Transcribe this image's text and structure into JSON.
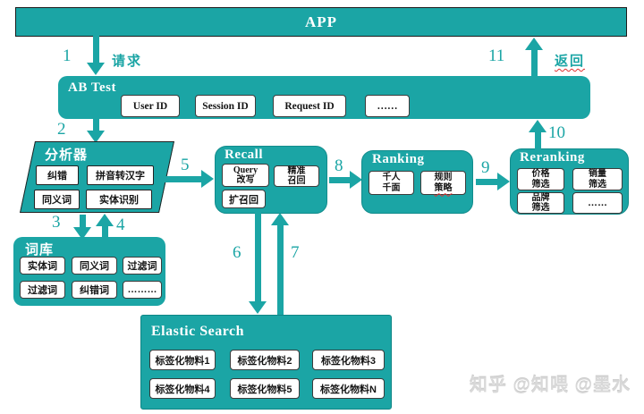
{
  "colors": {
    "teal": "#1ba5a5",
    "bar_border": "#1c1c1c",
    "white_box_border": "#3c3c3c",
    "squiggle_red": "#e03030",
    "watermark_gray": "#d8d8d8"
  },
  "app_bar": {
    "title": "APP"
  },
  "edges": {
    "request_label": "请求",
    "return_label": "返回"
  },
  "step_numbers": [
    "1",
    "2",
    "3",
    "4",
    "5",
    "6",
    "7",
    "8",
    "9",
    "10",
    "11"
  ],
  "ab_test": {
    "title": "AB Test",
    "items": [
      "User ID",
      "Session ID",
      "Request ID",
      "……"
    ]
  },
  "analyzer": {
    "title": "分析器",
    "items": [
      "纠错",
      "拼音转汉字",
      "同义词",
      "实体识别"
    ]
  },
  "word_lib": {
    "title": "词库",
    "items": [
      "实体词",
      "同义词",
      "过滤词",
      "过滤词",
      "纠错词",
      "………"
    ]
  },
  "recall": {
    "title": "Recall",
    "query_rewrite": {
      "l1": "Query",
      "l2": "改写"
    },
    "precise": {
      "l1": "精准",
      "l2": "召回"
    },
    "expand": "扩召回"
  },
  "ranking": {
    "title": "Ranking",
    "personalized": {
      "l1": "千人",
      "l2": "千面"
    },
    "rules": {
      "l1": "规则",
      "l2": "策略"
    }
  },
  "reranking": {
    "title": "Reranking",
    "price": {
      "l1": "价格",
      "l2": "筛选"
    },
    "sales": {
      "l1": "销量",
      "l2": "筛选"
    },
    "brand": {
      "l1": "品牌",
      "l2": "筛选"
    },
    "more": "……"
  },
  "elastic": {
    "title": "Elastic Search",
    "items": [
      "标签化物料1",
      "标签化物料2",
      "标签化物料3",
      "标签化物料4",
      "标签化物料5",
      "标签化物料N"
    ]
  },
  "watermark": "知乎 @知喂 @墨水"
}
